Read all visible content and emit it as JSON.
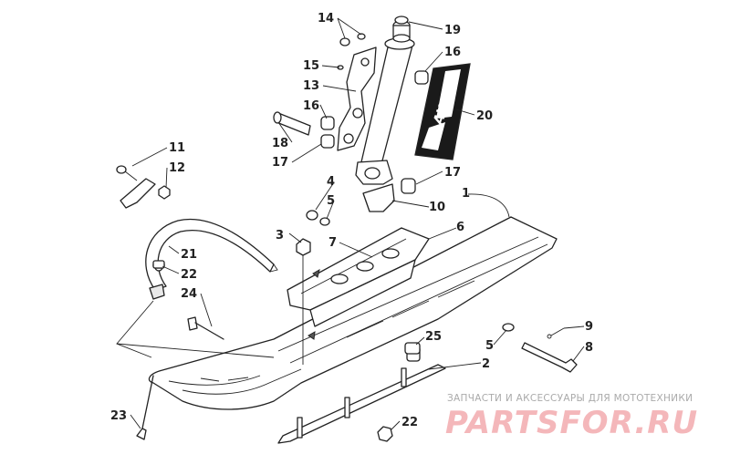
{
  "callouts": [
    "1",
    "2",
    "3",
    "4",
    "5",
    "5",
    "6",
    "7",
    "8",
    "9",
    "10",
    "11",
    "12",
    "13",
    "14",
    "15",
    "16",
    "16",
    "17",
    "17",
    "18",
    "19",
    "20",
    "21",
    "22",
    "22",
    "23",
    "24",
    "25"
  ],
  "decal": {
    "text": "AWS"
  },
  "watermark": {
    "tagline": "ЗАПЧАСТИ И АКСЕССУАРЫ ДЛЯ МОТОТЕХНИКИ",
    "brand": "PARTSFOR.RU"
  }
}
